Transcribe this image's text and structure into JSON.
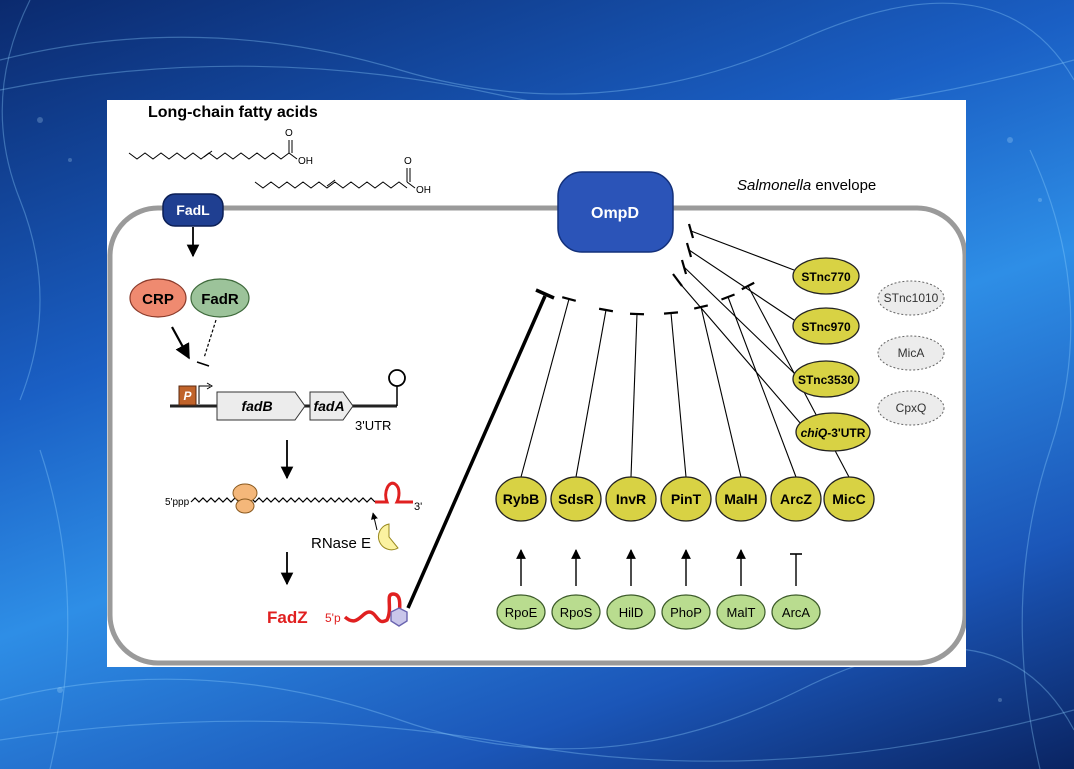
{
  "title": "Long-chain fatty acids",
  "envelope_label": {
    "italic": "Salmonella",
    "rest": " envelope"
  },
  "chem": {
    "oxygen": "O",
    "hydroxyl": "OH"
  },
  "transporter": "FadL",
  "omp": "OmpD",
  "regulators": {
    "activator": "CRP",
    "repressor": "FadR"
  },
  "promoter": "P",
  "genes": [
    "fadB",
    "fadA"
  ],
  "utr_label": "3'UTR",
  "mrna": {
    "five_prime": "5'ppp",
    "three_prime": "3'"
  },
  "rnase": "RNase E",
  "product": {
    "name": "FadZ",
    "five_prime": "5'p"
  },
  "bottom_srnas": [
    "RybB",
    "SdsR",
    "InvR",
    "PinT",
    "MalH",
    "ArcZ",
    "MicC"
  ],
  "side_srnas": [
    "STnc770",
    "STnc970",
    "STnc3530"
  ],
  "chiq": {
    "italic": "chiQ",
    "rest": "-3'UTR"
  },
  "inactive_srnas": [
    "STnc1010",
    "MicA",
    "CpxQ"
  ],
  "upstream_factors": [
    "RpoE",
    "RpoS",
    "HilD",
    "PhoP",
    "MalT",
    "ArcA"
  ],
  "colors": {
    "omp": "#2b54b8",
    "fadl": "#1f3f91",
    "srna_fill": "#d8d244",
    "factor_fill": "#b9dc8f",
    "crp_fill": "#ef8a70",
    "fadr_fill": "#9cc39a",
    "product": "#e02020",
    "inactive_fill": "#ececec"
  }
}
